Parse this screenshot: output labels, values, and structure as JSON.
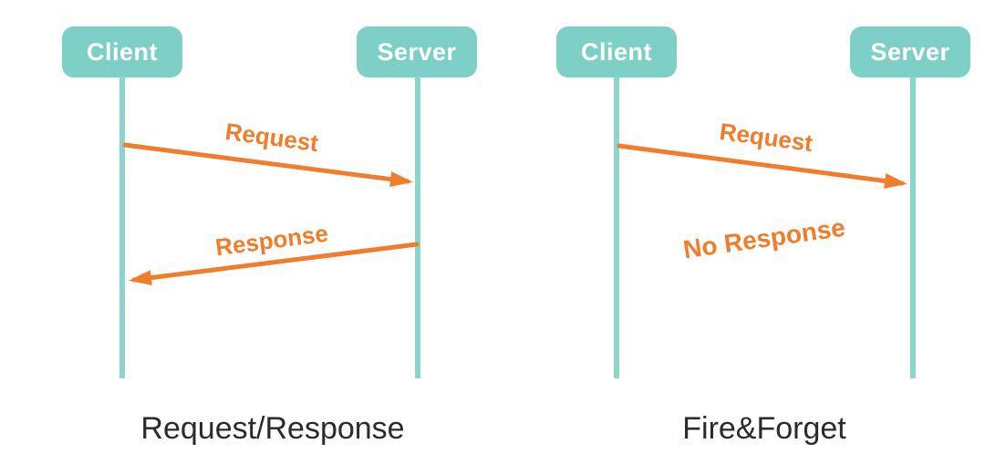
{
  "colors": {
    "actor_fill": "#7ecfc5",
    "actor_text": "#ffffff",
    "lifeline": "#8bd6cc",
    "arrow": "#f07d2c",
    "message_label": "#f07d2c",
    "caption_text": "#2b2b2b",
    "background": "#ffffff"
  },
  "diagrams": [
    {
      "caption": "Request/Response",
      "actors": [
        {
          "label": "Client"
        },
        {
          "label": "Server"
        }
      ],
      "messages": [
        {
          "label": "Request",
          "from": "Client",
          "to": "Server"
        },
        {
          "label": "Response",
          "from": "Server",
          "to": "Client"
        }
      ]
    },
    {
      "caption": "Fire&Forget",
      "actors": [
        {
          "label": "Client"
        },
        {
          "label": "Server"
        }
      ],
      "messages": [
        {
          "label": "Request",
          "from": "Client",
          "to": "Server"
        }
      ],
      "annotation": {
        "label": "No Response"
      }
    }
  ]
}
